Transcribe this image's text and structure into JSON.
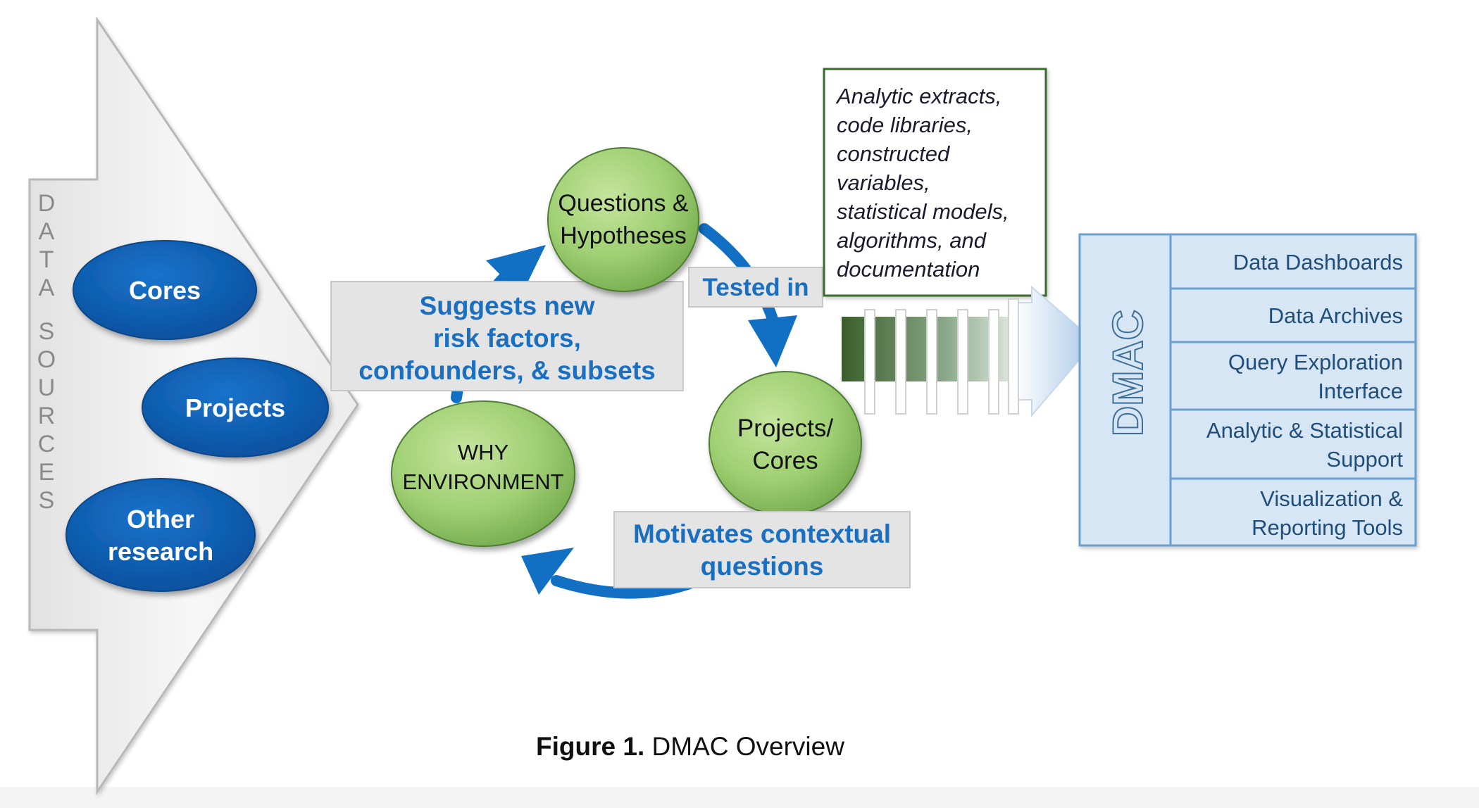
{
  "data_sources": {
    "vertical_label": "DATA SOURCES",
    "ovals": [
      "Cores",
      "Projects",
      "Other research"
    ]
  },
  "cycle": {
    "nodes": {
      "questions": "Questions & Hypotheses",
      "projects": "Projects/ Cores",
      "environment": "WHY ENVIRONMENT"
    },
    "labels": {
      "suggests": "Suggests new risk factors, confounders, & subsets",
      "tested": "Tested in",
      "motivates": "Motivates contextual questions"
    }
  },
  "outputs_box": {
    "text": "Analytic extracts, code libraries, constructed variables, statistical models, algorithms, and documentation"
  },
  "dmac": {
    "label": "DMAC",
    "items": [
      "Data Dashboards",
      "Data Archives",
      "Query Exploration Interface",
      "Analytic & Statistical Support",
      "Visualization & Reporting Tools"
    ]
  },
  "caption": {
    "bold": "Figure 1.",
    "rest": "DMAC Overview"
  },
  "colors": {
    "oval_blue": "#0b5fb5",
    "node_green": "#9ccd6e",
    "arrow_blue": "#1170c4",
    "label_text_blue": "#1a6fc0",
    "dmac_panel": "#d7e6f5",
    "dmac_border": "#6b9fce"
  }
}
